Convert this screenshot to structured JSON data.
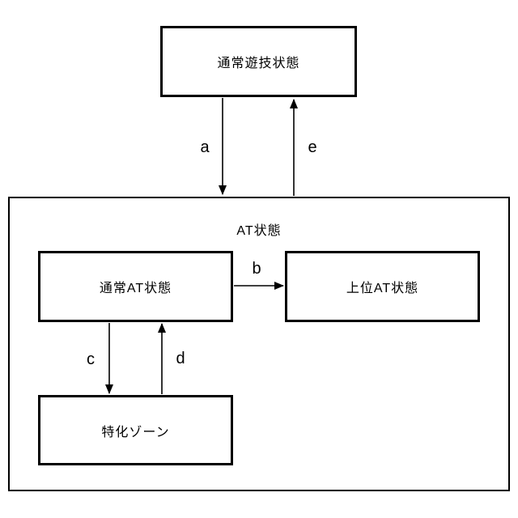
{
  "diagram": {
    "container_label": "AT状態",
    "nodes": {
      "normal_play_state": "通常遊技状態",
      "normal_at_state": "通常AT状態",
      "upper_at_state": "上位AT状態",
      "special_zone": "特化ゾーン"
    },
    "transitions": {
      "a": "a",
      "b": "b",
      "c": "c",
      "d": "d",
      "e": "e"
    },
    "colors": {
      "line": "#000000",
      "text": "#000000",
      "background": "#ffffff"
    }
  }
}
